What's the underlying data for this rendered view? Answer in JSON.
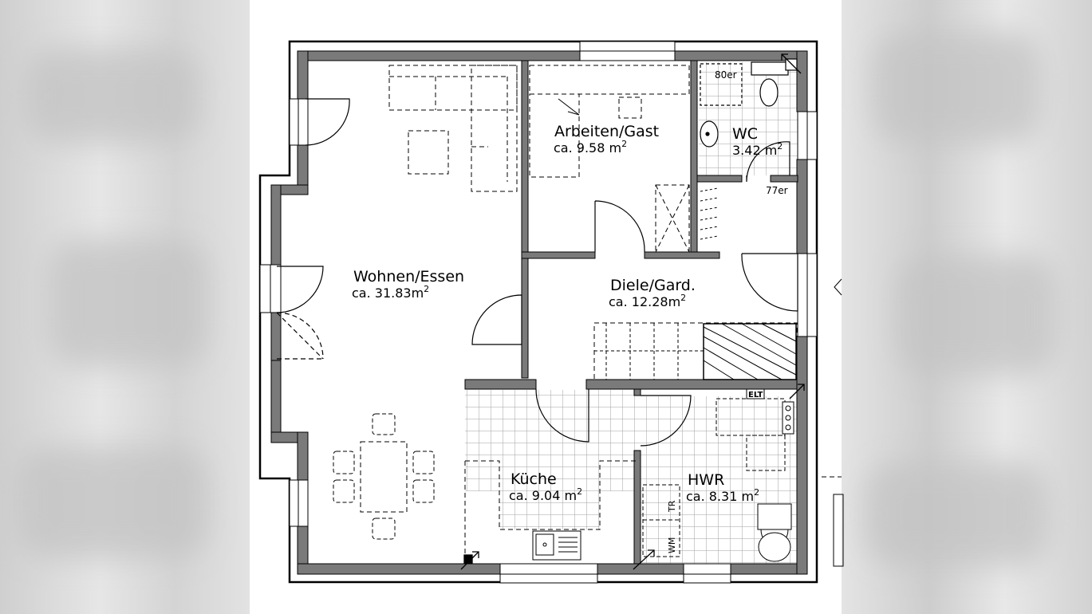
{
  "rooms": {
    "wohnen": {
      "name": "Wohnen/Essen",
      "area": "ca. 31.83m",
      "sup": "2"
    },
    "arbeiten": {
      "name": "Arbeiten/Gast",
      "area": "ca. 9.58  m",
      "sup": "2"
    },
    "wc": {
      "name": "WC",
      "area": "3.42  m",
      "sup": "2"
    },
    "diele": {
      "name": "Diele/Gard.",
      "area": "ca. 12.28m",
      "sup": "2"
    },
    "kueche": {
      "name": "Küche",
      "area": "ca. 9.04  m",
      "sup": "2"
    },
    "hwr": {
      "name": "HWR",
      "area": "ca. 8.31  m",
      "sup": "2"
    }
  },
  "annotations": {
    "shower": "80er",
    "door_width": "77er",
    "electrical": "ELT",
    "dryer": "TR",
    "washer": "WM"
  },
  "colors": {
    "wall": "#7a7a7a",
    "line": "#000000",
    "tile": "#9a9a9a",
    "paper": "#ffffff"
  }
}
